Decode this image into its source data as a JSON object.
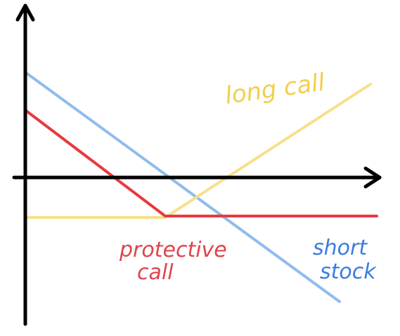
{
  "colors": {
    "axis": "#000000",
    "long_call": "#f7e08a",
    "protective_call": "#e8393f",
    "short_stock": "#8fbcec",
    "long_call_label": "#f2cf4a",
    "protective_call_label": "#e0444d",
    "short_stock_label": "#3a7de0"
  },
  "labels": {
    "long_call": "long call",
    "protective_call_line1": "protective",
    "protective_call_line2": "call",
    "short_stock_line1": "short",
    "short_stock_line2": "stock"
  }
}
